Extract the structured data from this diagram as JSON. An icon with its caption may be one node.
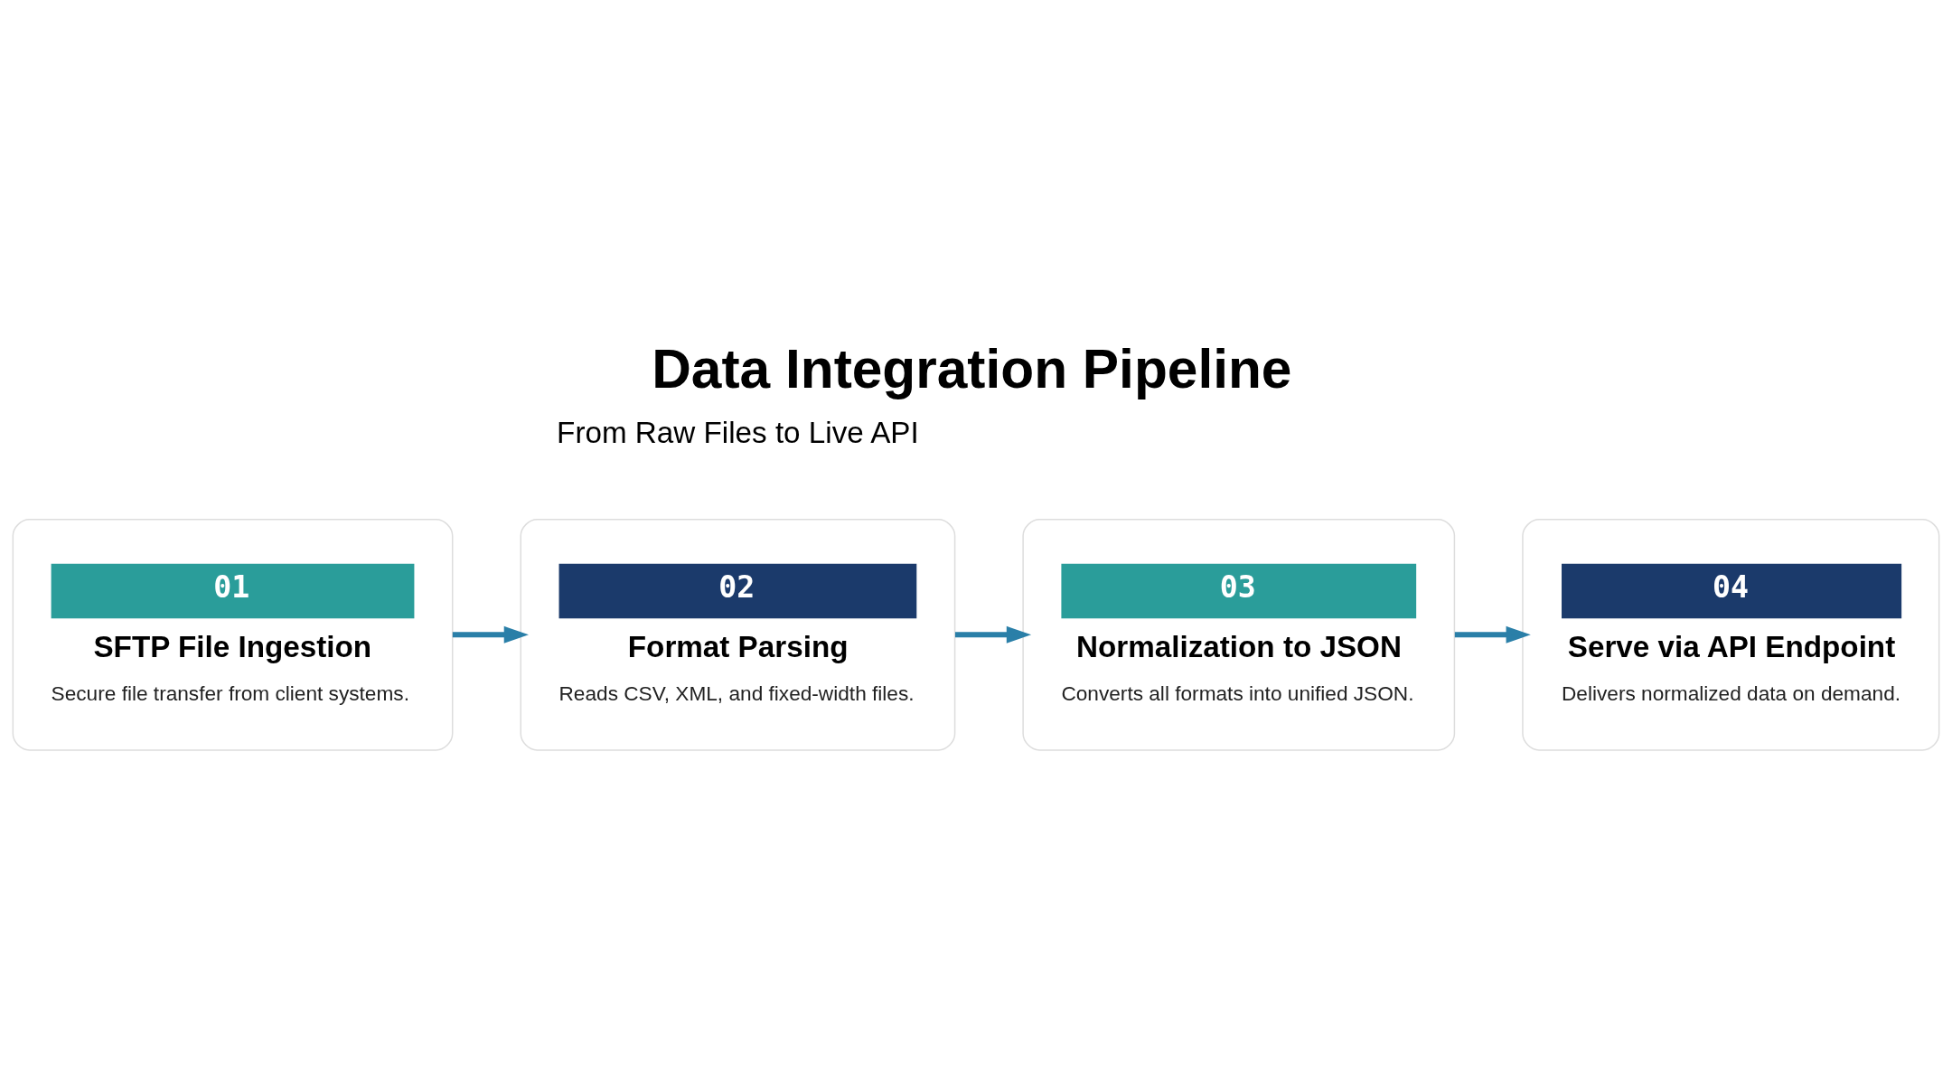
{
  "diagram": {
    "title": "Data Integration Pipeline",
    "nodes": [
      {
        "text": [
          "01",
          "SFTP File Ingestion",
          "Secure file transfer from client systems."
        ]
      },
      {
        "text": [
          "02",
          "Format Parsing",
          "Reads CSV, XML, and fixed-width files."
        ]
      },
      {
        "text": [
          "03",
          "Normalization to JSON",
          "Converts all formats into unified JSON."
        ]
      },
      {
        "text": [
          "04",
          "Serve via API Endpoint",
          "Delivers normalized data on demand."
        ]
      }
    ],
    "edges": [
      {
        "from": 0,
        "to": 1,
        "arrow": "to"
      },
      {
        "from": 1,
        "to": 2,
        "arrow": "to"
      },
      {
        "from": 2,
        "to": 3,
        "arrow": "to"
      }
    ],
    "labels": [
      "From Raw Files to Live API"
    ]
  }
}
